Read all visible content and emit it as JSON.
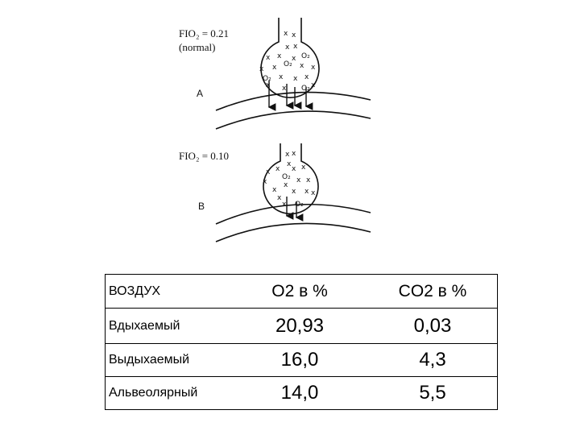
{
  "figure": {
    "panel_a": {
      "fio2_label": "FIO₂ = 0.21",
      "note": "(normal)",
      "letter": "A"
    },
    "panel_b": {
      "fio2_label": "FIO₂ = 0.10",
      "letter": "B"
    },
    "symbols": {
      "co2": "x",
      "o2": "O₂"
    }
  },
  "table": {
    "headers": [
      "ВОЗДУХ",
      "O2 в %",
      "CO2 в %"
    ],
    "rows": [
      {
        "name": "Вдыхаемый",
        "o2": "20,93",
        "co2": "0,03"
      },
      {
        "name": "Выдыхаемый",
        "o2": "16,0",
        "co2": "4,3"
      },
      {
        "name": "Альвеолярный",
        "o2": "14,0",
        "co2": "5,5"
      }
    ]
  }
}
